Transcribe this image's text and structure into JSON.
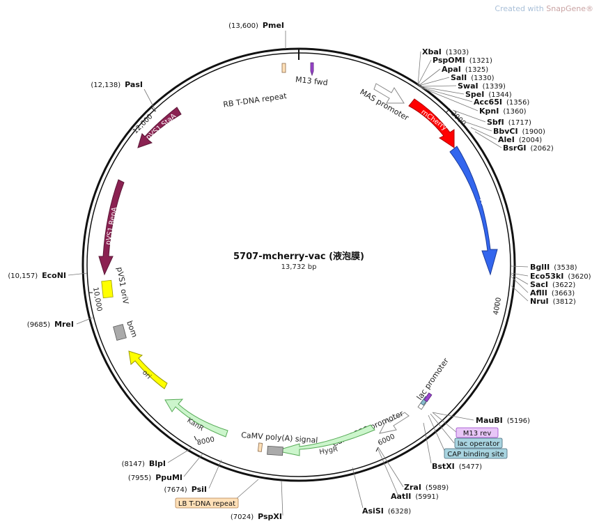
{
  "watermark": {
    "prefix": "Created with ",
    "brand": "SnapGene®"
  },
  "plasmid": {
    "name": "5707-mcherry-vac (液泡膜)",
    "size": "13,732 bp"
  },
  "ticks": [
    "2000",
    "4000",
    "6000",
    "8000",
    "10,000",
    "12,000"
  ],
  "sites": [
    {
      "name": "PmeI",
      "pos": "(13,600)"
    },
    {
      "name": "PasI",
      "pos": "(12,138)"
    },
    {
      "name": "XbaI",
      "pos": "(1303)"
    },
    {
      "name": "PspOMI",
      "pos": "(1321)"
    },
    {
      "name": "ApaI",
      "pos": "(1325)"
    },
    {
      "name": "SalI",
      "pos": "(1330)"
    },
    {
      "name": "SwaI",
      "pos": "(1339)"
    },
    {
      "name": "SpeI",
      "pos": "(1344)"
    },
    {
      "name": "Acc65I",
      "pos": "(1356)"
    },
    {
      "name": "KpnI",
      "pos": "(1360)"
    },
    {
      "name": "SbfI",
      "pos": "(1717)"
    },
    {
      "name": "BbvCI",
      "pos": "(1900)"
    },
    {
      "name": "AleI",
      "pos": "(2004)"
    },
    {
      "name": "BsrGI",
      "pos": "(2062)"
    },
    {
      "name": "BglII",
      "pos": "(3538)"
    },
    {
      "name": "Eco53kI",
      "pos": "(3620)"
    },
    {
      "name": "SacI",
      "pos": "(3622)"
    },
    {
      "name": "AflII",
      "pos": "(3663)"
    },
    {
      "name": "NruI",
      "pos": "(3812)"
    },
    {
      "name": "MauBI",
      "pos": "(5196)"
    },
    {
      "name": "BstXI",
      "pos": "(5477)"
    },
    {
      "name": "ZraI",
      "pos": "(5989)"
    },
    {
      "name": "AatII",
      "pos": "(5991)"
    },
    {
      "name": "AsiSI",
      "pos": "(6328)"
    },
    {
      "name": "PspXI",
      "pos": "(7024)"
    },
    {
      "name": "PsiI",
      "pos": "(7674)"
    },
    {
      "name": "PpuMI",
      "pos": "(7955)"
    },
    {
      "name": "BlpI",
      "pos": "(8147)"
    },
    {
      "name": "MreI",
      "pos": "(9685)"
    },
    {
      "name": "EcoNI",
      "pos": "(10,157)"
    }
  ],
  "features": {
    "rb": "RB T-DNA repeat",
    "m13fwd": "M13 fwd",
    "mas": "MAS promoter",
    "mcherry": "mCherry",
    "vac": "Vac",
    "lacpromoter": "lac promoter",
    "m13rev": "M13 rev",
    "lacop": "lac operator",
    "cap": "CAP binding site",
    "camv35s": "CaMV 35S promoter",
    "hygr": "HygR",
    "camvpolya": "CaMV poly(A) signal",
    "lb": "LB T-DNA repeat",
    "kanr": "KanR",
    "ori": "ori",
    "bom": "bom",
    "pvs1oriv": "pVS1 oriV",
    "repa": "pVS1 RepA",
    "staa": "pVS1 StaA"
  },
  "colors": {
    "mcherry": "#ff0000",
    "vac": "#3366ee",
    "hygr": "#ccf5cc",
    "kanr": "#ccf5cc",
    "ori": "#ffff00",
    "pvs1": "#8b2252",
    "bom": "#aaaaaa",
    "m13": "#cc88ee",
    "lacop": "#88bbcc",
    "lb": "#ffe0b8"
  }
}
